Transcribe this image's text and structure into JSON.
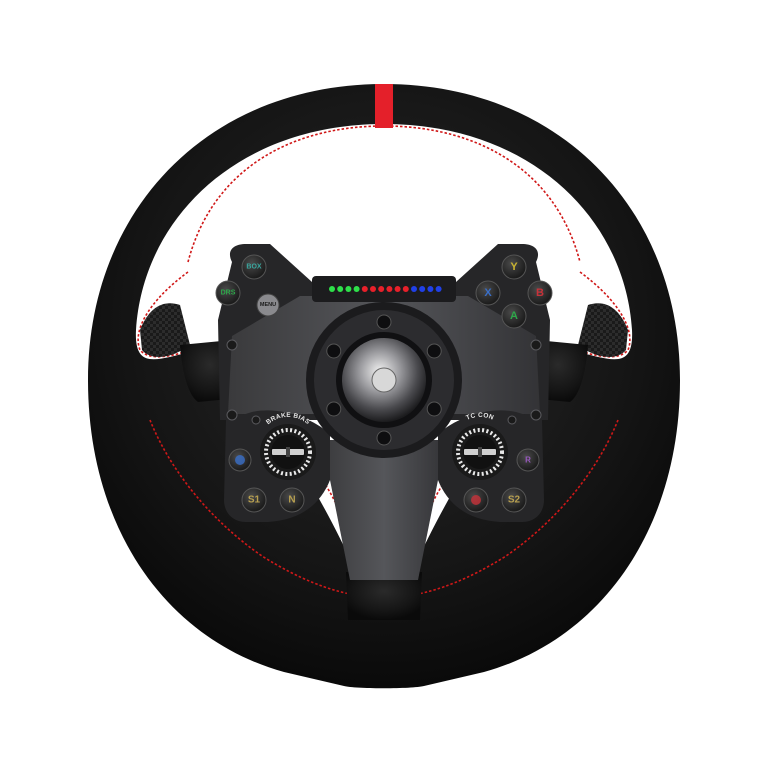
{
  "wheel": {
    "buttons": {
      "box": "BOX",
      "drs": "DRS",
      "menu": "MENU",
      "y": "Y",
      "x": "X",
      "b": "B",
      "a": "A",
      "r": "R",
      "s1": "S1",
      "n": "N",
      "s2": "S2"
    },
    "dials": {
      "left": "BRAKE BIAS",
      "right": "TC CON"
    },
    "colors": {
      "leather": "#141414",
      "stitching": "#d01818",
      "top_marker": "#e4202a",
      "plate": "#2e2e30",
      "green": "#2ea84a",
      "teal": "#3aa8a0",
      "yellow": "#c9b431",
      "blue": "#3a6fc8",
      "red": "#c8323a",
      "purple": "#9a5ac0",
      "gold": "#b8a050",
      "white": "#e8e8e8"
    },
    "rev_leds": [
      "green",
      "green",
      "green",
      "green",
      "red",
      "red",
      "red",
      "red",
      "red",
      "red",
      "blue",
      "blue",
      "blue",
      "blue"
    ]
  }
}
